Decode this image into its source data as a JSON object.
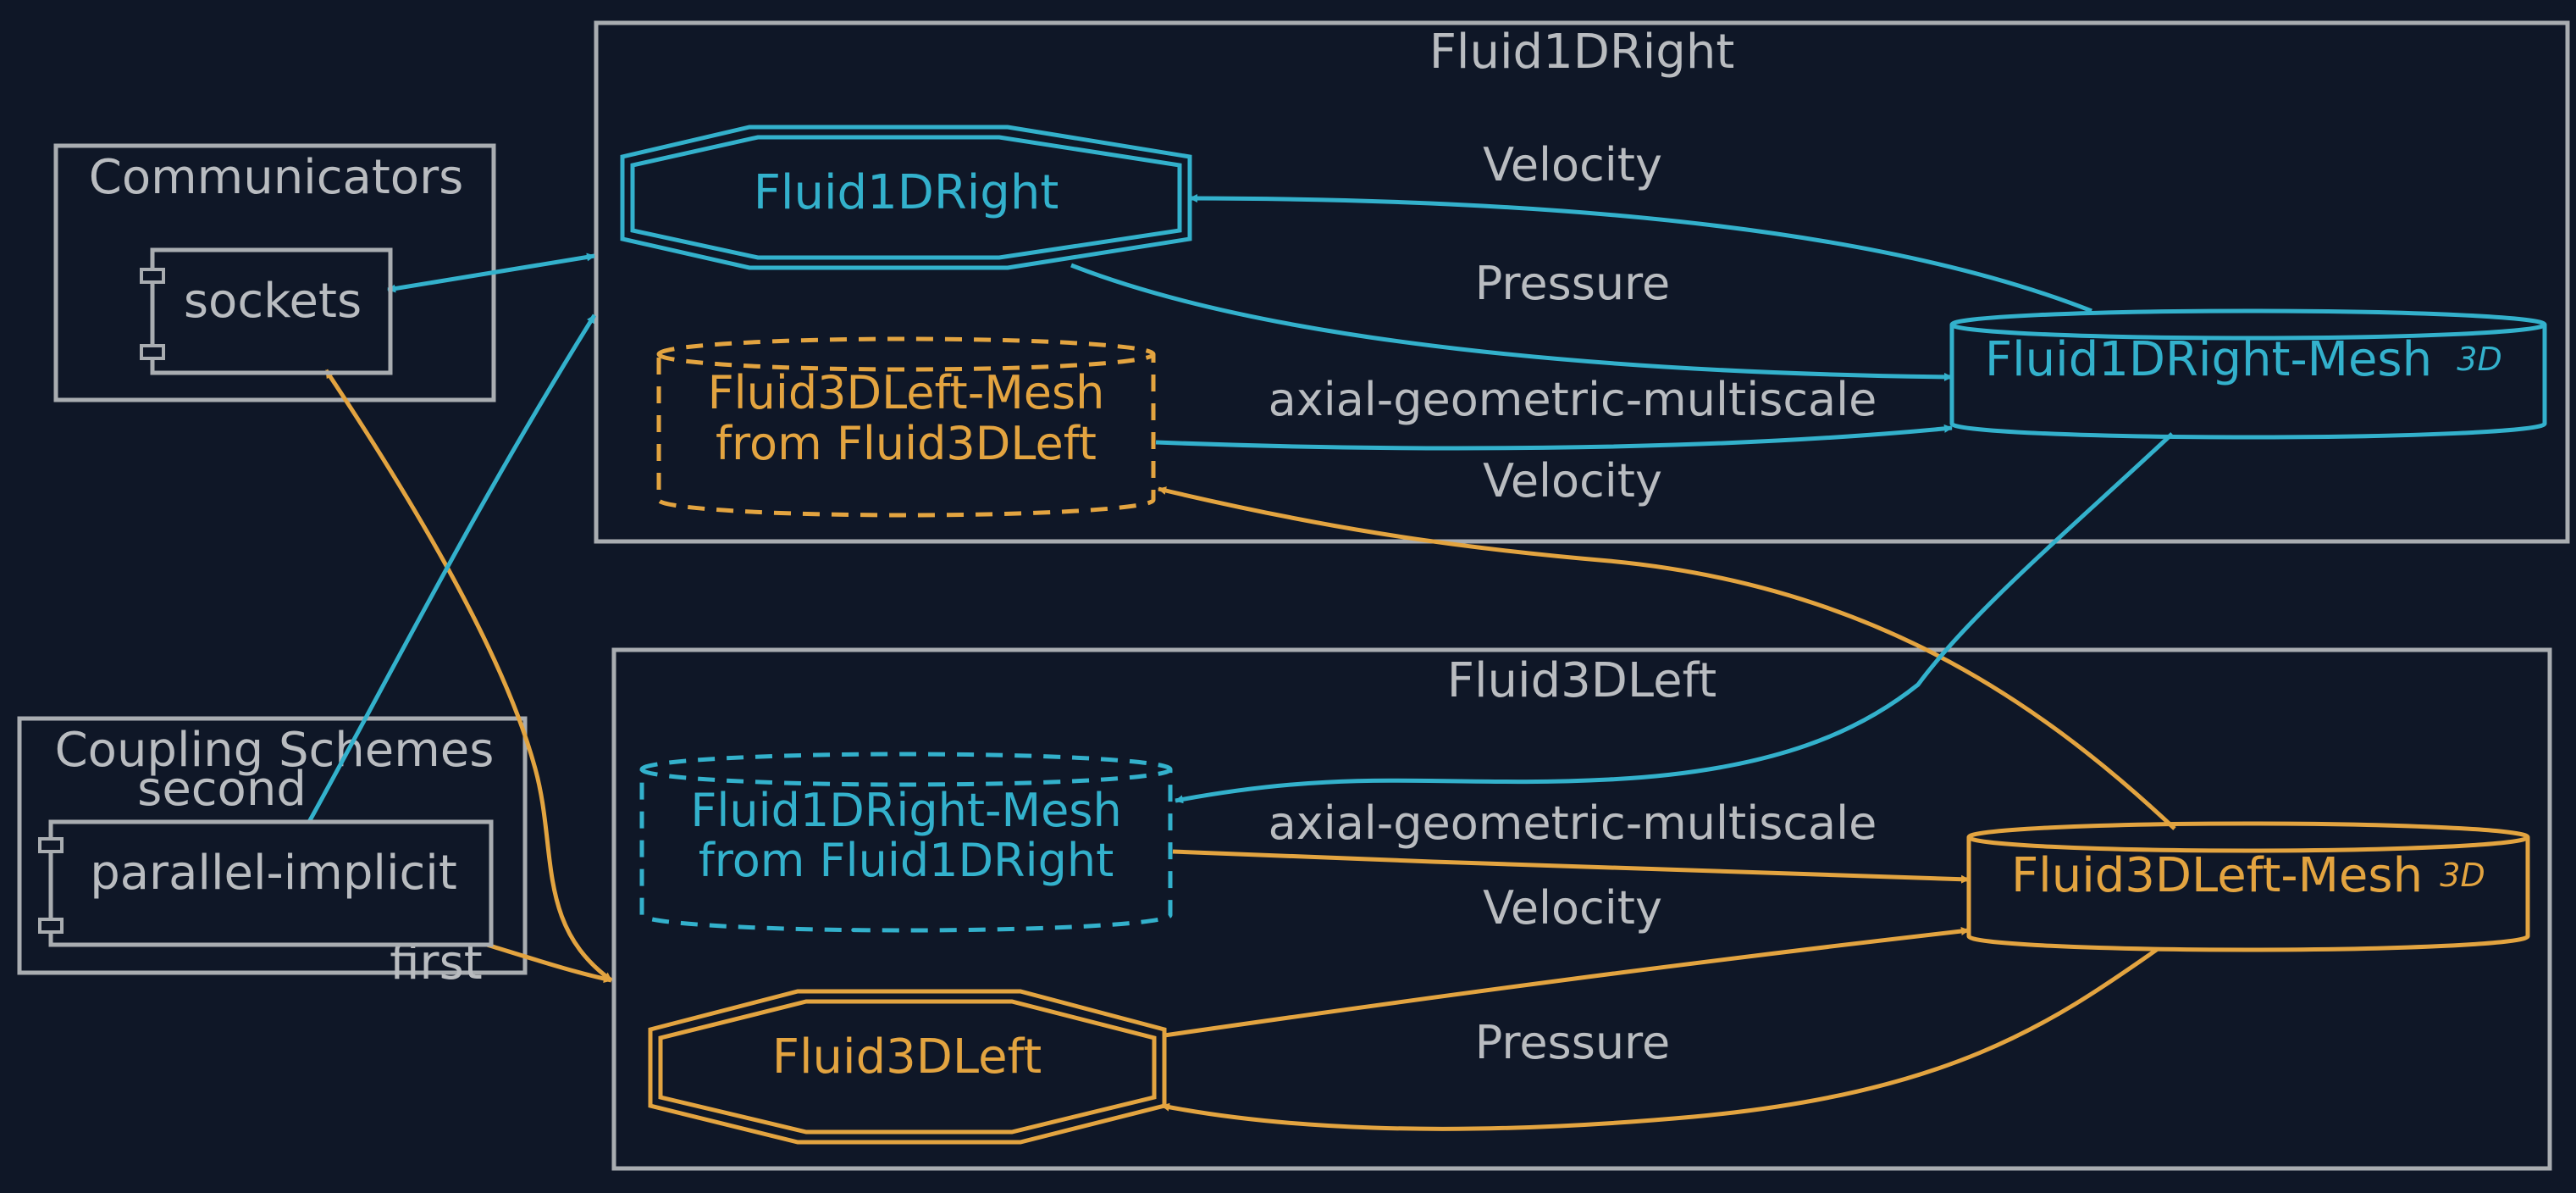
{
  "colors": {
    "background": "#0f1727",
    "cluster_border": "#a9adb1",
    "label_gray": "#b9bcc0",
    "fluid1d": "#33b1cc",
    "fluid3d": "#e3a440"
  },
  "clusters": {
    "fluid1d_right": {
      "title": "Fluid1DRight"
    },
    "fluid3d_left": {
      "title": "Fluid3DLeft"
    },
    "communicators": {
      "title": "Communicators"
    },
    "coupling": {
      "title": "Coupling Schemes"
    }
  },
  "nodes": {
    "fluid1d_participant": "Fluid1DRight",
    "fluid3d_mesh_received_line1": "Fluid3DLeft-Mesh",
    "fluid3d_mesh_received_line2": "from Fluid3DLeft",
    "fluid1d_mesh": "Fluid1DRight-Mesh",
    "fluid1d_mesh_dim": "3D",
    "fluid1d_mesh_received_line1": "Fluid1DRight-Mesh",
    "fluid1d_mesh_received_line2": "from Fluid1DRight",
    "fluid3d_mesh": "Fluid3DLeft-Mesh",
    "fluid3d_mesh_dim": "3D",
    "fluid3d_participant": "Fluid3DLeft",
    "sockets": "sockets",
    "parallel_implicit": "parallel-implicit"
  },
  "edge_labels": {
    "f1d_velocity_read": "Velocity",
    "f1d_pressure_write": "Pressure",
    "f1d_mapping": "axial-geometric-multiscale",
    "f1d_velocity_received": "Velocity",
    "f3d_mapping": "axial-geometric-multiscale",
    "f3d_velocity_write": "Velocity",
    "f3d_pressure_read": "Pressure",
    "coupling_second": "second",
    "coupling_first": "first"
  }
}
